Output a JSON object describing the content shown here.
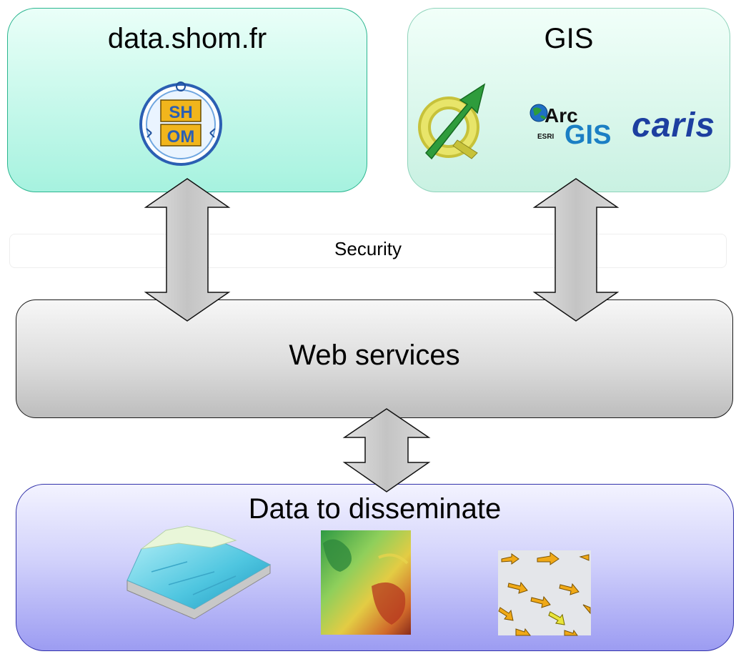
{
  "boxes": {
    "data_shom": {
      "title": "data.shom.fr"
    },
    "gis": {
      "title": "GIS"
    },
    "web_services": {
      "title": "Web services"
    },
    "data_to_disseminate": {
      "title": "Data to disseminate"
    }
  },
  "security": {
    "label": "Security"
  },
  "logos": {
    "shom": {
      "line1": "SH",
      "line2": "OM"
    },
    "arcgis": {
      "arc": "Arc",
      "gis": "GIS",
      "esri": "ESRI"
    },
    "caris": {
      "text": "caris"
    }
  },
  "icons": [
    "shom-logo-icon",
    "qgis-logo-icon",
    "arcgis-logo-icon",
    "caris-logo-icon",
    "bathymetry-3d-icon",
    "elevation-map-icon",
    "current-vectors-icon"
  ],
  "colors": {
    "top_box_fill": "#a6f2df",
    "web_services_fill": "#d3d3d3",
    "data_box_fill": "#9c9cf2",
    "arrow_fill": "#cccccc"
  }
}
